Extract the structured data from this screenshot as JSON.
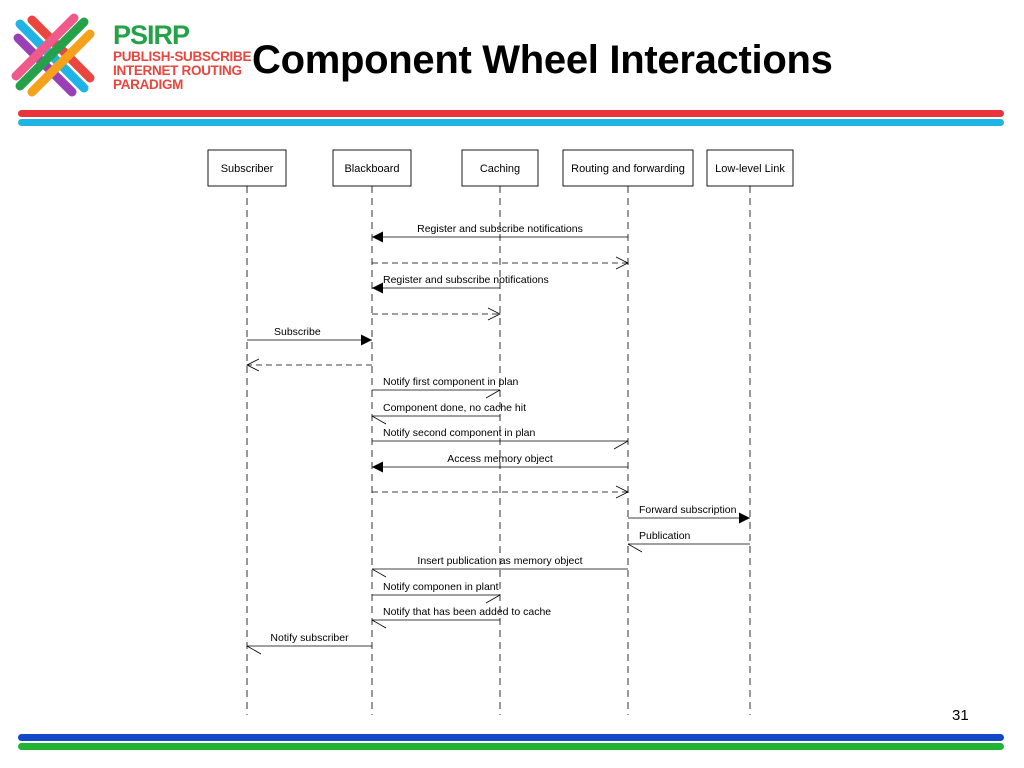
{
  "logo": {
    "brand": "PSIRP",
    "tagline": [
      "PUBLISH-SUBSCRIBE",
      "INTERNET ROUTING",
      "PARADIGM"
    ],
    "colors": {
      "brand_green": "#25a14a",
      "tagline_red": "#e8463f"
    }
  },
  "title": "Component Wheel Interactions",
  "bars": {
    "top": [
      "#e8343a",
      "#1fb4e6"
    ],
    "bottom": [
      "#1447c4",
      "#22b335"
    ]
  },
  "participants": [
    "Subscriber",
    "Blackboard",
    "Caching",
    "Routing and forwarding",
    "Low-level Link"
  ],
  "messages": [
    {
      "from": 3,
      "to": 1,
      "label": "Register and subscribe notifications",
      "type": "call"
    },
    {
      "from": 1,
      "to": 3,
      "label": "",
      "type": "return"
    },
    {
      "from": 2,
      "to": 1,
      "label": "Register and subscribe notifications",
      "type": "call"
    },
    {
      "from": 1,
      "to": 2,
      "label": "",
      "type": "return"
    },
    {
      "from": 0,
      "to": 1,
      "label": "Subscribe",
      "type": "call"
    },
    {
      "from": 1,
      "to": 0,
      "label": "",
      "type": "return"
    },
    {
      "from": 1,
      "to": 2,
      "label": "Notify first component in plan",
      "type": "async"
    },
    {
      "from": 2,
      "to": 1,
      "label": "Component done, no cache hit",
      "type": "async"
    },
    {
      "from": 1,
      "to": 3,
      "label": "Notify second component in plan",
      "type": "async"
    },
    {
      "from": 3,
      "to": 1,
      "label": "Access memory object",
      "type": "call"
    },
    {
      "from": 1,
      "to": 3,
      "label": "",
      "type": "return"
    },
    {
      "from": 3,
      "to": 4,
      "label": "Forward subscription",
      "type": "call"
    },
    {
      "from": 4,
      "to": 3,
      "label": "Publication",
      "type": "async"
    },
    {
      "from": 3,
      "to": 1,
      "label": "Insert publication as memory object",
      "type": "async"
    },
    {
      "from": 1,
      "to": 2,
      "label": "Notify componen in plant",
      "type": "async"
    },
    {
      "from": 2,
      "to": 1,
      "label": "Notify that has been added to cache",
      "type": "async"
    },
    {
      "from": 1,
      "to": 0,
      "label": "Notify subscriber",
      "type": "async"
    }
  ],
  "page_number": "31"
}
